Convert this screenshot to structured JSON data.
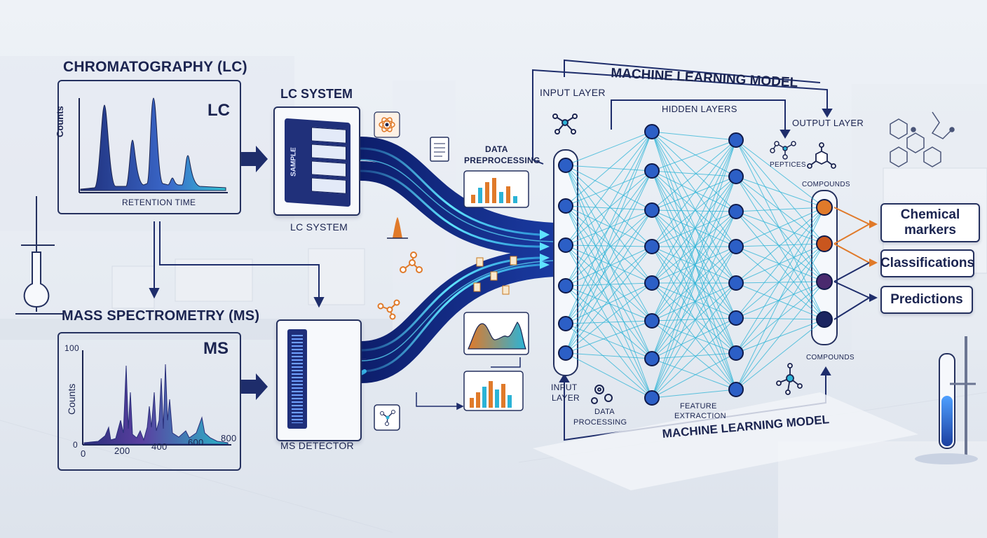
{
  "lc_panel": {
    "title": "CHROMATOGRAPHY (LC)",
    "badge": "LC",
    "y_label": "Counts",
    "x_label": "RETENTION TIME"
  },
  "ms_panel": {
    "title": "MASS SPECTROMETRY (MS)",
    "badge": "MS",
    "y_label": "Counts",
    "y_tick_top": "100",
    "y_tick_bottom": "0",
    "x_ticks": [
      "0",
      "200",
      "400",
      "600",
      "800"
    ]
  },
  "lc_system": {
    "title": "LC SYSTEM",
    "caption": "LC SYSTEM",
    "sample_label": "SAMPLE"
  },
  "ms_detector": {
    "caption": "MS DETECTOR"
  },
  "preprocessing": {
    "line1": "DATA",
    "line2": "PREPROCESSING"
  },
  "ml_model": {
    "title_top": "MACHINE LEARNING MODEL",
    "title_bottom": "MACHINE LEARNING MODEL",
    "input_layer": "INPUT LAYER",
    "hidden_layers": "HIDDEN LAYERS",
    "output_layer": "OUTPUT LAYER",
    "peptides": "PEPTICES",
    "compounds_top": "COMPOUNDS",
    "compounds_bottom": "COMPOUNDS",
    "input_layer_bottom_1": "INPUT",
    "input_layer_bottom_2": "LAYER",
    "data_processing_1": "DATA",
    "data_processing_2": "PROCESSING",
    "feature_extraction_1": "FEATURE",
    "feature_extraction_2": "EXTRACTION"
  },
  "outputs": [
    {
      "label": "Chemical markers"
    },
    {
      "label": "Classifications"
    },
    {
      "label": "Predictions"
    }
  ],
  "colors": {
    "navy": "#1b2450",
    "accent_cyan": "#2bb3d6",
    "accent_orange": "#e07a2a",
    "node_blue": "#2c5fc6"
  },
  "icons": [
    "atom-icon",
    "document-icon",
    "molecule-icon",
    "gear-icon",
    "flask-icon",
    "hexagon-molecule-icon"
  ]
}
